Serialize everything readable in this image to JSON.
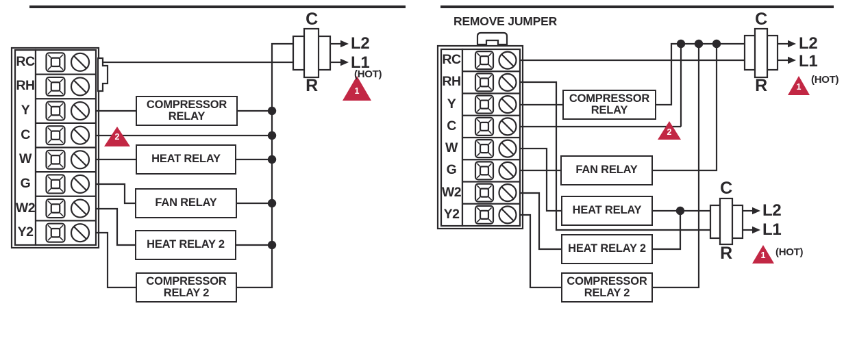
{
  "colors": {
    "line": "#2a282b",
    "callout_red": "#c22744",
    "background": "#ffffff"
  },
  "left_diagram": {
    "terminals": [
      "RC",
      "RH",
      "Y",
      "C",
      "W",
      "G",
      "W2",
      "Y2"
    ],
    "relays": [
      "COMPRESSOR RELAY",
      "HEAT RELAY",
      "FAN RELAY",
      "HEAT RELAY 2",
      "COMPRESSOR RELAY 2"
    ],
    "transformer": {
      "c": "C",
      "r": "R",
      "l2": "L2",
      "l1": "L1",
      "hot": "(HOT)",
      "callout_1": "1"
    },
    "callout_2": "2"
  },
  "right_diagram": {
    "note": "REMOVE JUMPER",
    "terminals": [
      "RC",
      "RH",
      "Y",
      "C",
      "W",
      "G",
      "W2",
      "Y2"
    ],
    "relays": [
      "COMPRESSOR RELAY",
      "FAN RELAY",
      "HEAT RELAY",
      "HEAT RELAY 2",
      "COMPRESSOR RELAY 2"
    ],
    "transformer_top": {
      "c": "C",
      "r": "R",
      "l2": "L2",
      "l1": "L1",
      "hot": "(HOT)",
      "callout_1": "1"
    },
    "transformer_bottom": {
      "c": "C",
      "r": "R",
      "l2": "L2",
      "l1": "L1",
      "hot": "(HOT)",
      "callout_1": "1"
    },
    "callout_2": "2"
  }
}
